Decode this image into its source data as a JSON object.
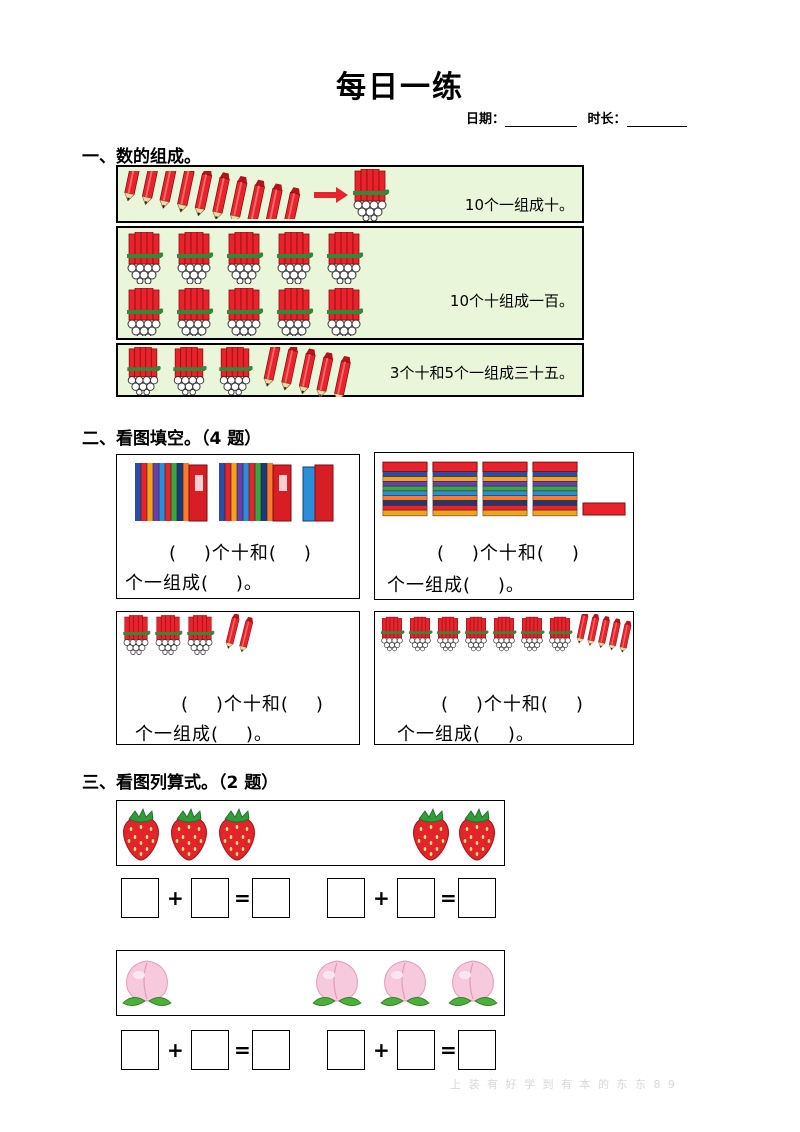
{
  "title": "每日一练",
  "meta": {
    "date_label": "日期：",
    "duration_label": "时长："
  },
  "section1": {
    "heading": "一、数的组成。",
    "row1_caption": "10个一组成十。",
    "row2_caption": "10个十组成一百。",
    "row3_caption": "3个十和5个一组成三十五。"
  },
  "section2": {
    "heading": "二、看图填空。（4 题）",
    "line1": "(    )个十和(    )",
    "line2": "个一组成(    )。"
  },
  "section3": {
    "heading": "三、看图列算式。（2 题）",
    "plus": "+",
    "equals": "="
  },
  "colors": {
    "green_bg": "#eaf6d9",
    "pencil_red": "#e8232b",
    "strawberry": "#e3242b",
    "peach": "#f7c9dc"
  },
  "watermark": "上 装 有 好 学 到 有 本 的 东 东 8 9"
}
